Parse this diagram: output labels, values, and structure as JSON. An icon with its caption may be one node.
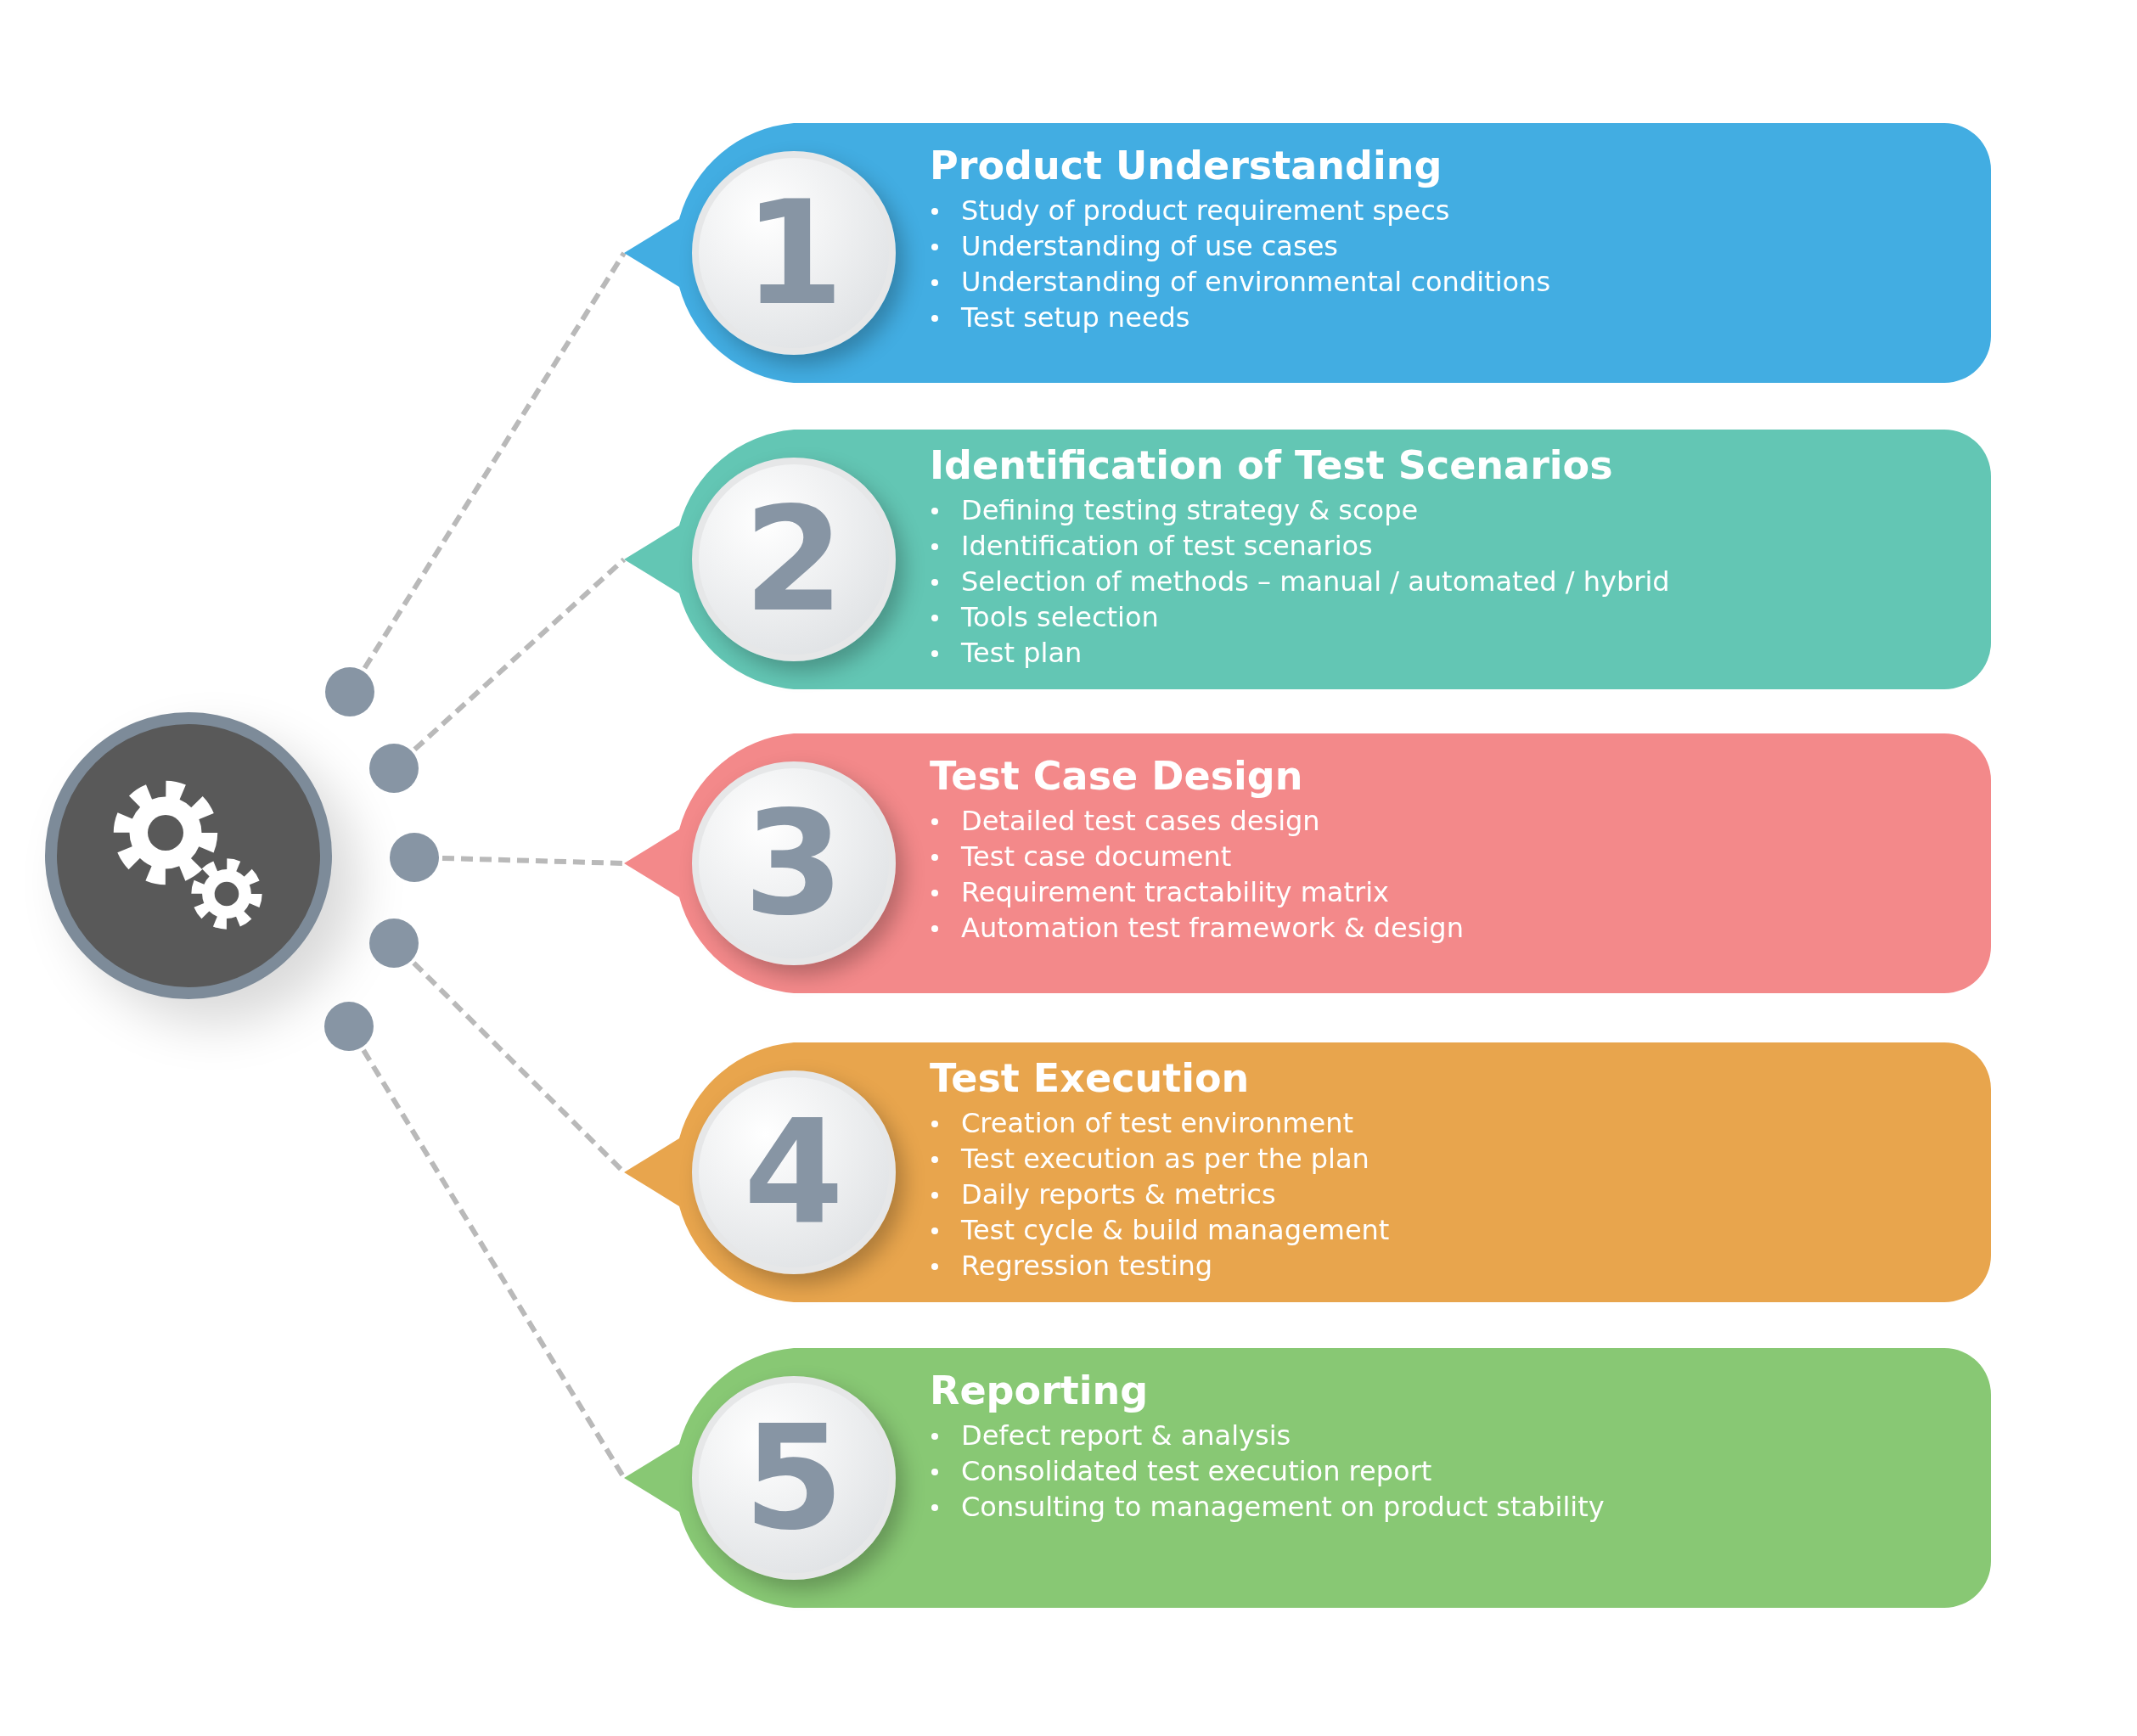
{
  "diagram": {
    "nodes": [
      {
        "text": [],
        "shape": "circle"
      },
      {
        "text": [],
        "shape": "circle"
      },
      {
        "text": [],
        "shape": "circle"
      },
      {
        "text": [],
        "shape": "circle"
      },
      {
        "text": [],
        "shape": "circle"
      },
      {
        "text": [],
        "shape": "circle"
      },
      {
        "text": [
          "Product Understanding",
          "Study of product requirement specs",
          "Understanding of use cases",
          "Understanding of environmental conditions",
          "Test setup needs"
        ]
      },
      {
        "text": [
          "1"
        ],
        "in": 6
      },
      {
        "text": [
          "Identification of Test Scenarios",
          "Defining testing strategy & scope",
          "Identification of test scenarios",
          "Selection of methods – manual / automated / hybrid",
          "Tools selection",
          "Test plan"
        ]
      },
      {
        "text": [
          "2"
        ],
        "in": 8
      },
      {
        "text": [
          "Test Case Design",
          "Detailed test cases design",
          "Test case document",
          "Requirement tractability matrix",
          "Automation test framework & design"
        ]
      },
      {
        "text": [
          "3"
        ],
        "in": 10
      },
      {
        "text": [
          "Test Execution",
          "Creation of test environment",
          "Test execution as per the plan",
          "Daily reports & metrics",
          "Test cycle & build management",
          "Regression testing"
        ]
      },
      {
        "text": [
          "4"
        ],
        "in": 12
      },
      {
        "text": [
          "Reporting",
          "Defect report & analysis",
          "Consolidated test execution report",
          "Consulting to management on product stability"
        ]
      },
      {
        "text": [
          "5"
        ],
        "in": 14
      }
    ],
    "edges": [
      {
        "from": 1,
        "to": 6,
        "arrow": "none",
        "style": "dashed"
      },
      {
        "from": 2,
        "to": 8,
        "arrow": "none",
        "style": "dashed"
      },
      {
        "from": 3,
        "to": 10,
        "arrow": "none",
        "style": "dashed"
      },
      {
        "from": 4,
        "to": 12,
        "arrow": "none",
        "style": "dashed"
      },
      {
        "from": 5,
        "to": 14,
        "arrow": "none",
        "style": "dashed"
      }
    ]
  }
}
